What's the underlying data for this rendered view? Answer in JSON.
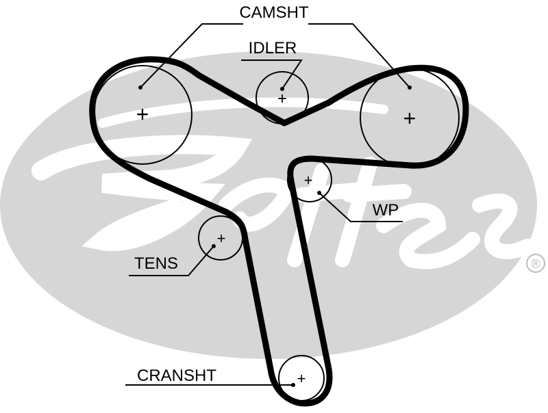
{
  "diagram": {
    "labels": {
      "camshaft": "CAMSHT",
      "idler": "IDLER",
      "water_pump": "WP",
      "tensioner": "TENS",
      "crankshaft": "CRANSHT"
    },
    "watermark": {
      "brand": "Gates",
      "registered_mark": "®"
    },
    "colors": {
      "belt": "#000000",
      "pulley": "#000000",
      "watermark": "#d6d6d6",
      "background": "#ffffff"
    }
  }
}
